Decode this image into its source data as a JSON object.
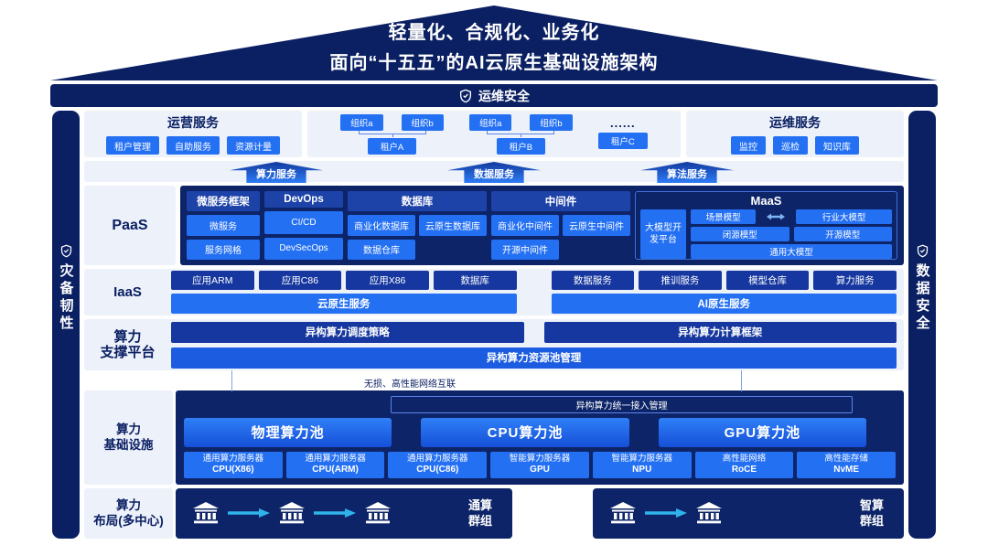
{
  "colors": {
    "navy": "#0b2063",
    "panel_navy": "#0d2468",
    "bright_blue": "#2470f3",
    "chip_navy": "#16379f",
    "header_navy": "#1e43a8",
    "light_panel": "#edf1fa",
    "cyan_arrow": "#2fb4ea"
  },
  "roof": {
    "line1": "轻量化、合规化、业务化",
    "line2": "面向“十五五”的AI云原生基础设施架构"
  },
  "security": {
    "top": "运维安全",
    "left": "灾备韧性",
    "right": "数据安全"
  },
  "row_services": {
    "operation": {
      "title": "运营服务",
      "chips": [
        "租户管理",
        "自助服务",
        "资源计量"
      ]
    },
    "tenants": {
      "group_a": {
        "orgs": [
          "组织a",
          "组织b"
        ],
        "tenant": "租户A"
      },
      "group_b": {
        "orgs": [
          "组织a",
          "组织b"
        ],
        "tenant": "租户B"
      },
      "more": "......",
      "tenant_c": "租户C"
    },
    "maintenance": {
      "title": "运维服务",
      "chips": [
        "监控",
        "巡检",
        "知识库"
      ]
    }
  },
  "service_arrows": {
    "compute": "算力服务",
    "data": "数据服务",
    "algorithm": "算法服务"
  },
  "paas": {
    "label": "PaaS",
    "microservice": {
      "title": "微服务框架",
      "chips": [
        "微服务",
        "服务网格"
      ]
    },
    "devops": {
      "title": "DevOps",
      "chips": [
        "CI/CD",
        "DevSecOps"
      ]
    },
    "database": {
      "title": "数据库",
      "row1": [
        "商业化数据库",
        "云原生数据库"
      ],
      "row2": [
        "数据仓库"
      ]
    },
    "middleware": {
      "title": "中间件",
      "row1": [
        "商业化中间件",
        "云原生中间件"
      ],
      "row2": [
        "开源中间件"
      ]
    },
    "maas": {
      "title": "MaaS",
      "platform": "大模型开发平台",
      "scene": "场景模型",
      "industry": "行业大模型",
      "closed": "闭源模型",
      "open": "开源模型",
      "general": "通用大模型"
    }
  },
  "iaas": {
    "label": "IaaS",
    "left": {
      "chips": [
        "应用ARM",
        "应用C86",
        "应用X86",
        "数据库"
      ],
      "bar": "云原生服务"
    },
    "right": {
      "chips": [
        "数据服务",
        "推训服务",
        "模型仓库",
        "算力服务"
      ],
      "bar": "AI原生服务"
    }
  },
  "support": {
    "label": "算力\n支撑平台",
    "bar_left": "异构算力调度策略",
    "bar_right": "异构算力计算框架",
    "bar_bottom": "异构算力资源池管理"
  },
  "network_note": "无损、高性能网络互联",
  "infra": {
    "label": "算力\n基础设施",
    "access_bar": "异构算力统一接入管理",
    "pools": [
      "物理算力池",
      "CPU算力池",
      "GPU算力池"
    ],
    "servers": [
      {
        "name": "通用算力服务器",
        "spec": "CPU(X86)"
      },
      {
        "name": "通用算力服务器",
        "spec": "CPU(ARM)"
      },
      {
        "name": "通用算力服务器",
        "spec": "CPU(C86)"
      },
      {
        "name": "智能算力服务器",
        "spec": "GPU"
      },
      {
        "name": "智能算力服务器",
        "spec": "NPU"
      },
      {
        "name": "高性能网络",
        "spec": "RoCE"
      },
      {
        "name": "高性能存储",
        "spec": "NvME"
      }
    ]
  },
  "layout_row": {
    "label": "算力\n布局(多中心)",
    "general_group": "通算\n群组",
    "ai_group": "智算\n群组"
  }
}
